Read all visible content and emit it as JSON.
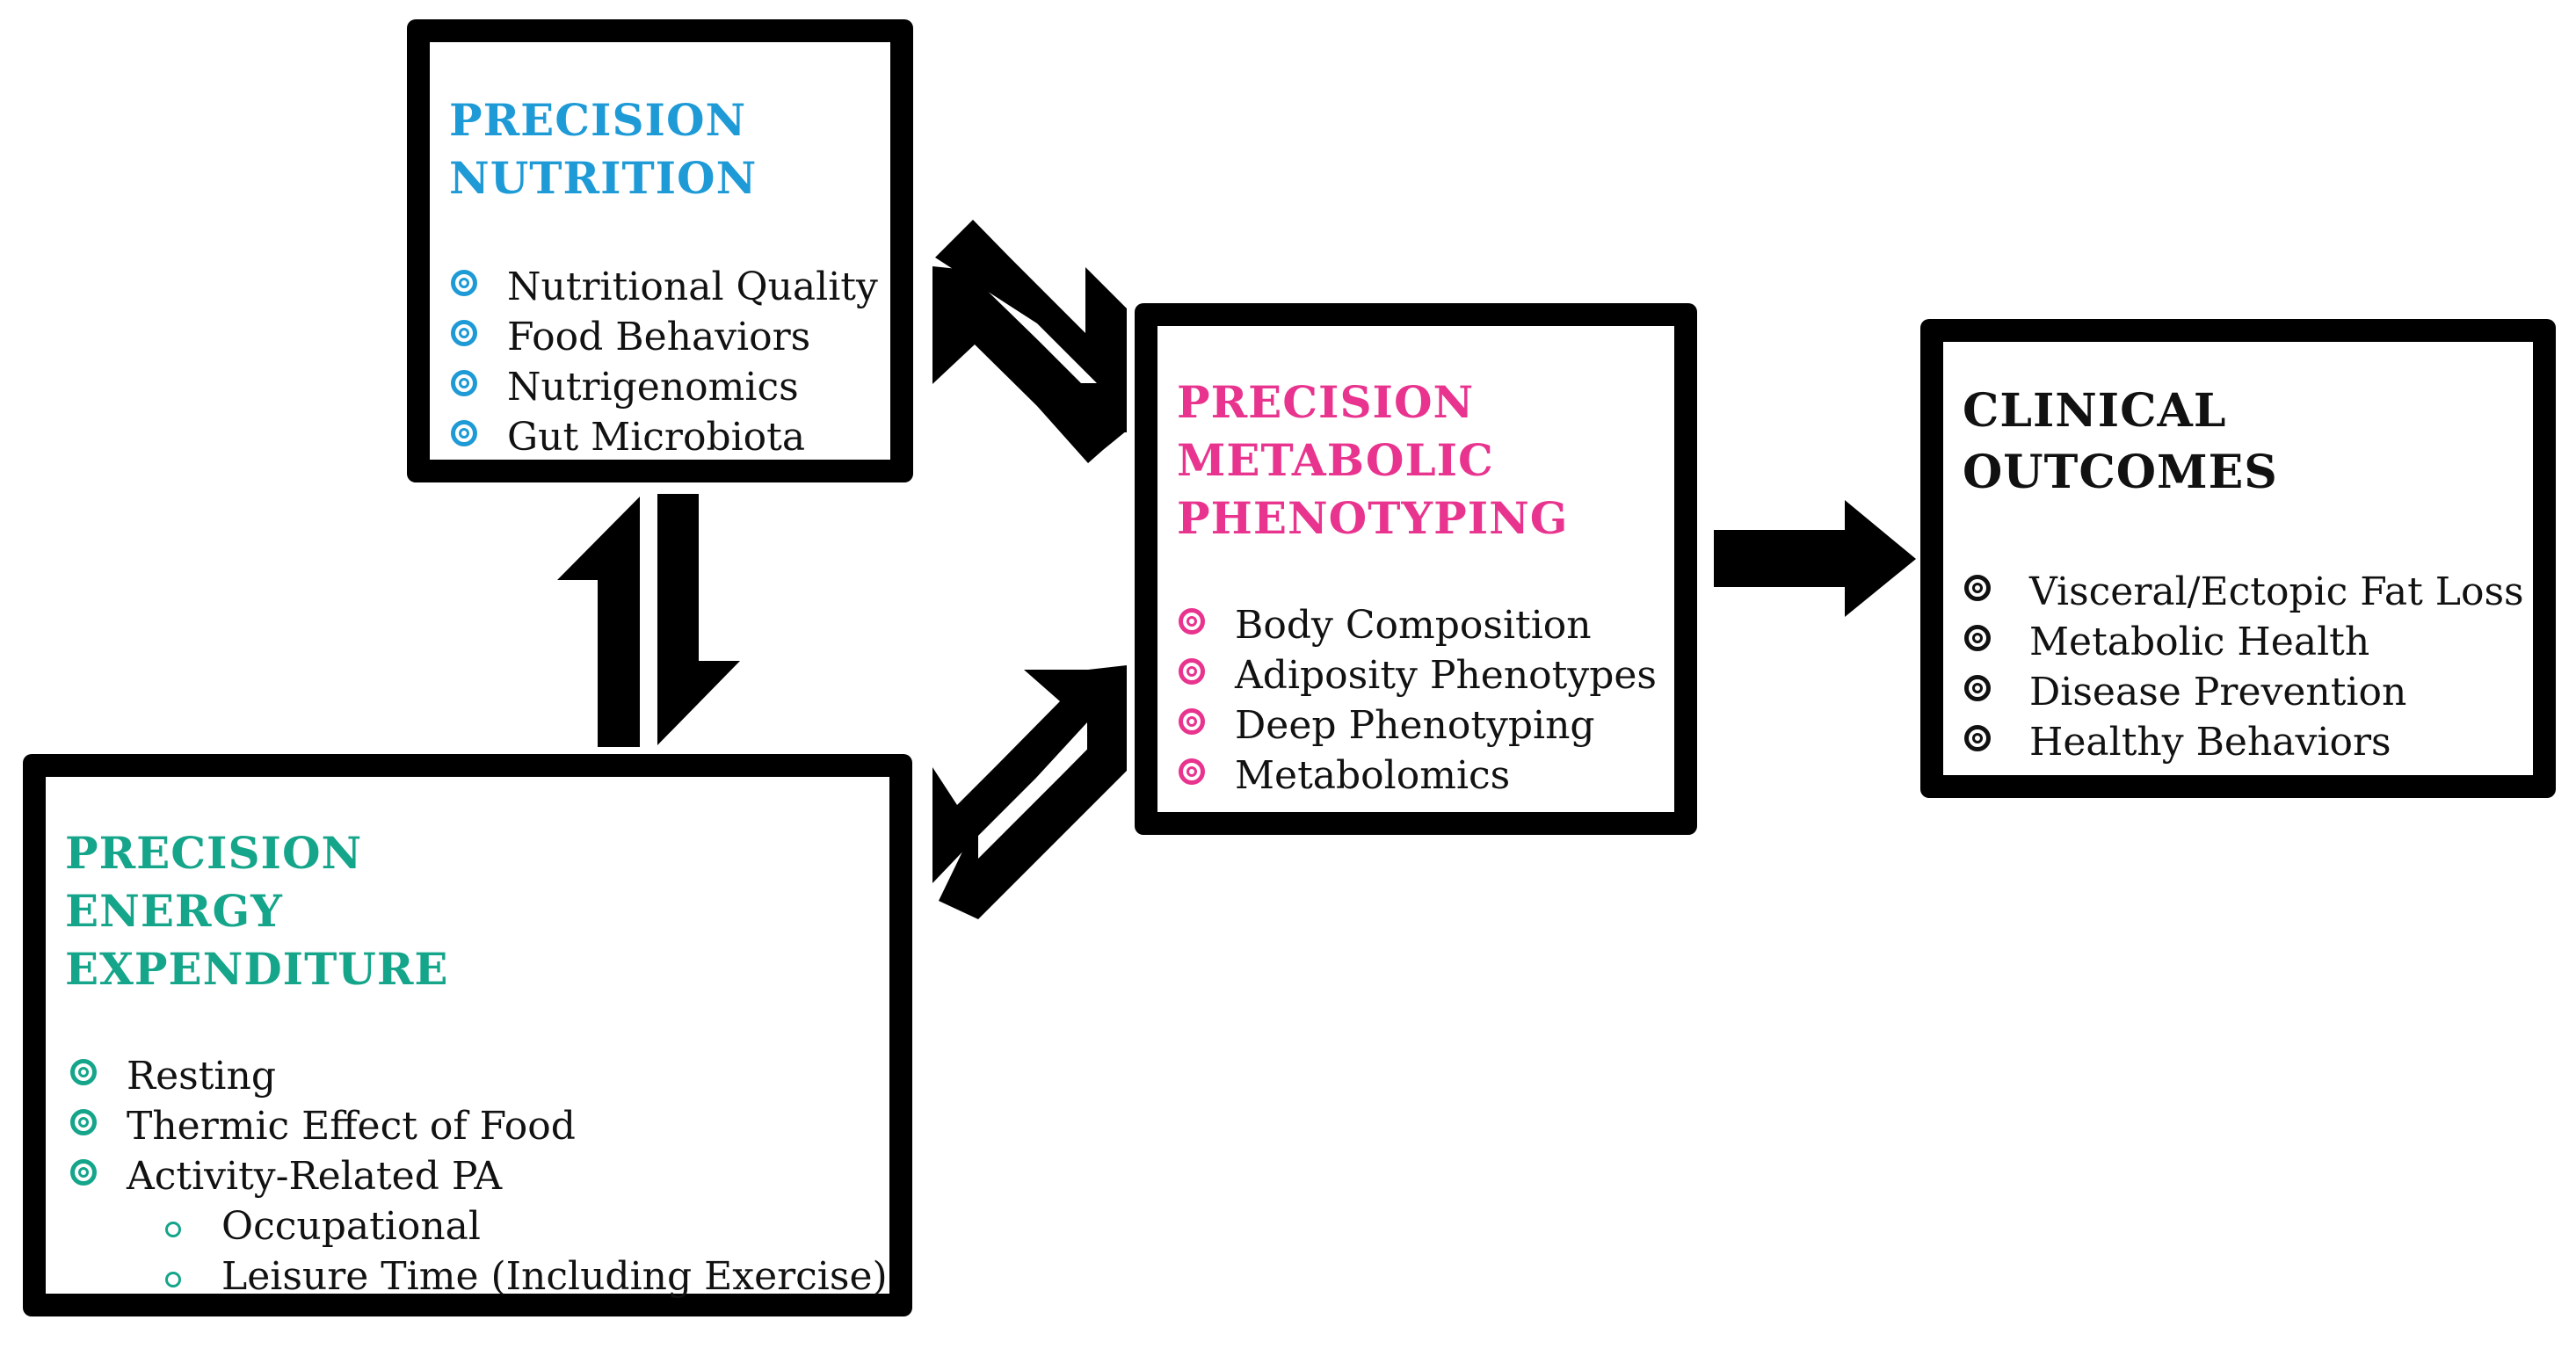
{
  "colors": {
    "nutrition": "#1e9ad6",
    "metabolic": "#e8348e",
    "energy": "#15a58a",
    "clinical": "#111111",
    "border": "#000000"
  },
  "nutrition": {
    "title_lines": [
      "PRECISION",
      "NUTRITION"
    ],
    "items": [
      "Nutritional Quality",
      "Food Behaviors",
      "Nutrigenomics",
      "Gut Microbiota"
    ]
  },
  "metabolic": {
    "title_lines": [
      "PRECISION",
      "METABOLIC",
      "PHENOTYPING"
    ],
    "items": [
      "Body Composition",
      "Adiposity Phenotypes",
      "Deep Phenotyping",
      "Metabolomics"
    ]
  },
  "energy": {
    "title_lines": [
      "PRECISION",
      "ENERGY",
      "EXPENDITURE"
    ],
    "items": [
      "Resting",
      "Thermic Effect of Food",
      "Activity-Related PA"
    ],
    "subitems": [
      "Occupational",
      "Leisure Time (Including Exercise)"
    ]
  },
  "clinical": {
    "title_lines": [
      "CLINICAL",
      "OUTCOMES"
    ],
    "items": [
      "Visceral/Ectopic Fat Loss",
      "Metabolic Health",
      "Disease Prevention",
      "Healthy Behaviors"
    ]
  },
  "icons": {
    "bullet": "double-circle-bullet-icon",
    "sub_bullet": "circle-bullet-icon"
  }
}
